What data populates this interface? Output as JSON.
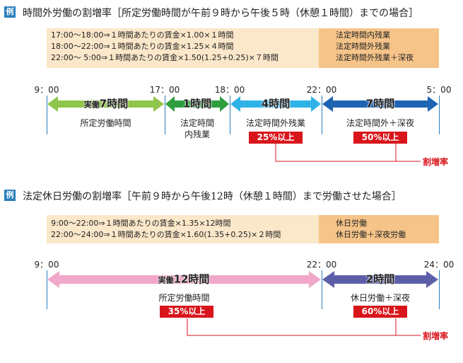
{
  "section1": {
    "mark": "例",
    "title": "時間外労働の割増率［所定労働時間が午前９時から午後５時（休憩１時間）までの場合］",
    "box_rows": [
      {
        "formula": "17:00～18:00⇒１時間あたりの賃金×1.00×１時間",
        "type": "法定時間内残業"
      },
      {
        "formula": "18:00～22:00⇒１時間あたりの賃金×1.25×４時間",
        "type": "法定時間外残業"
      },
      {
        "formula": "22:00～ 5:00⇒１時間あたりの賃金×1.50(1.25+0.25)×７時間",
        "type": "法定時間外残業＋深夜"
      }
    ],
    "times": [
      "9：00",
      "17：00",
      "18：00",
      "22：00",
      "5：00"
    ],
    "segments": [
      {
        "arrow_prefix": "実働",
        "arrow_text": "7時間",
        "color": "#8fc54a",
        "label": "所定労働時間",
        "rate": ""
      },
      {
        "arrow_prefix": "",
        "arrow_text": "1時間",
        "color": "#2f9e3f",
        "label": "法定時間\n内残業",
        "rate": ""
      },
      {
        "arrow_prefix": "",
        "arrow_text": "4時間",
        "color": "#2fb3e6",
        "label": "法定時間外残業",
        "rate": "25%以上"
      },
      {
        "arrow_prefix": "",
        "arrow_text": "7時間",
        "color": "#1f64b3",
        "label": "法定時間外＋深夜",
        "rate": "50%以上"
      }
    ],
    "rate_caption": "割増率"
  },
  "section2": {
    "mark": "例",
    "title": "法定休日労働の割増率［午前９時から午後12時（休憩１時間）まで労働させた場合］",
    "box_rows": [
      {
        "formula": "9:00～22:00⇒１時間あたりの賃金×1.35×12時間",
        "type": "休日労働"
      },
      {
        "formula": "22:00～24:00⇒１時間あたりの賃金×1.60(1.35+0.25)×２時間",
        "type": "休日労働＋深夜労働"
      }
    ],
    "times": [
      "9：00",
      "22：00",
      "24：00"
    ],
    "segments": [
      {
        "arrow_prefix": "実働",
        "arrow_text": "12時間",
        "color": "#f0a7c8",
        "label": "所定労働時間",
        "rate": "35%以上"
      },
      {
        "arrow_prefix": "",
        "arrow_text": "2時間",
        "color": "#5c5fa8",
        "label": "休日労働＋深夜",
        "rate": "60%以上"
      }
    ],
    "rate_caption": "割増率"
  },
  "colors": {
    "box_left": "#fbe7c9",
    "box_right": "#f6c489",
    "rate_red": "#d9151c",
    "tick_blue": "#2a7fbf"
  }
}
